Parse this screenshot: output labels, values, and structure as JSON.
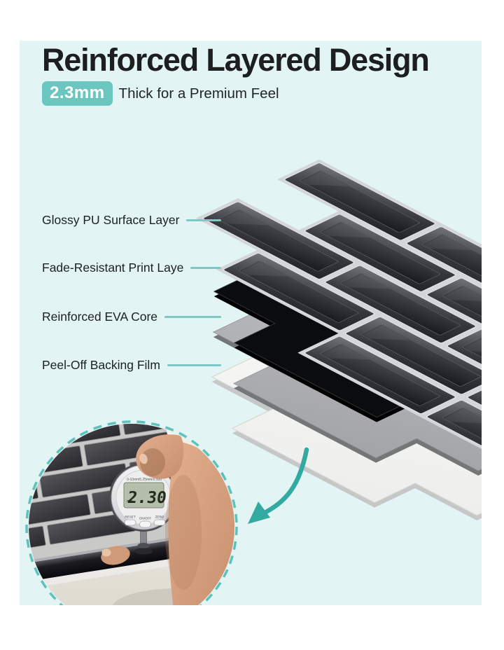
{
  "colors": {
    "panel_bg": "#e2f4f3",
    "accent_teal": "#6cc6c0",
    "leader_line": "#7cc8c4",
    "dashed_circle": "#5fc2ba",
    "arrow": "#32a9a1"
  },
  "header": {
    "title": "Reinforced Layered Design",
    "badge": "2.3mm",
    "tagline": "Thick for a Premium Feel"
  },
  "layers": {
    "items": [
      {
        "label": "Glossy PU Surface Layer"
      },
      {
        "label": "Fade-Resistant Print Laye"
      },
      {
        "label": "Reinforced EVA Core"
      },
      {
        "label": "Peel-Off Backing Film"
      }
    ]
  },
  "inset": {
    "gauge": {
      "range": "0-10mm",
      "resolution": "5.25mm/0.500\"",
      "display": "2.30",
      "unit": "mm",
      "buttons": [
        {
          "label": "RESET"
        },
        {
          "label": "ON/OFF"
        },
        {
          "label": "ZERO"
        }
      ]
    }
  }
}
